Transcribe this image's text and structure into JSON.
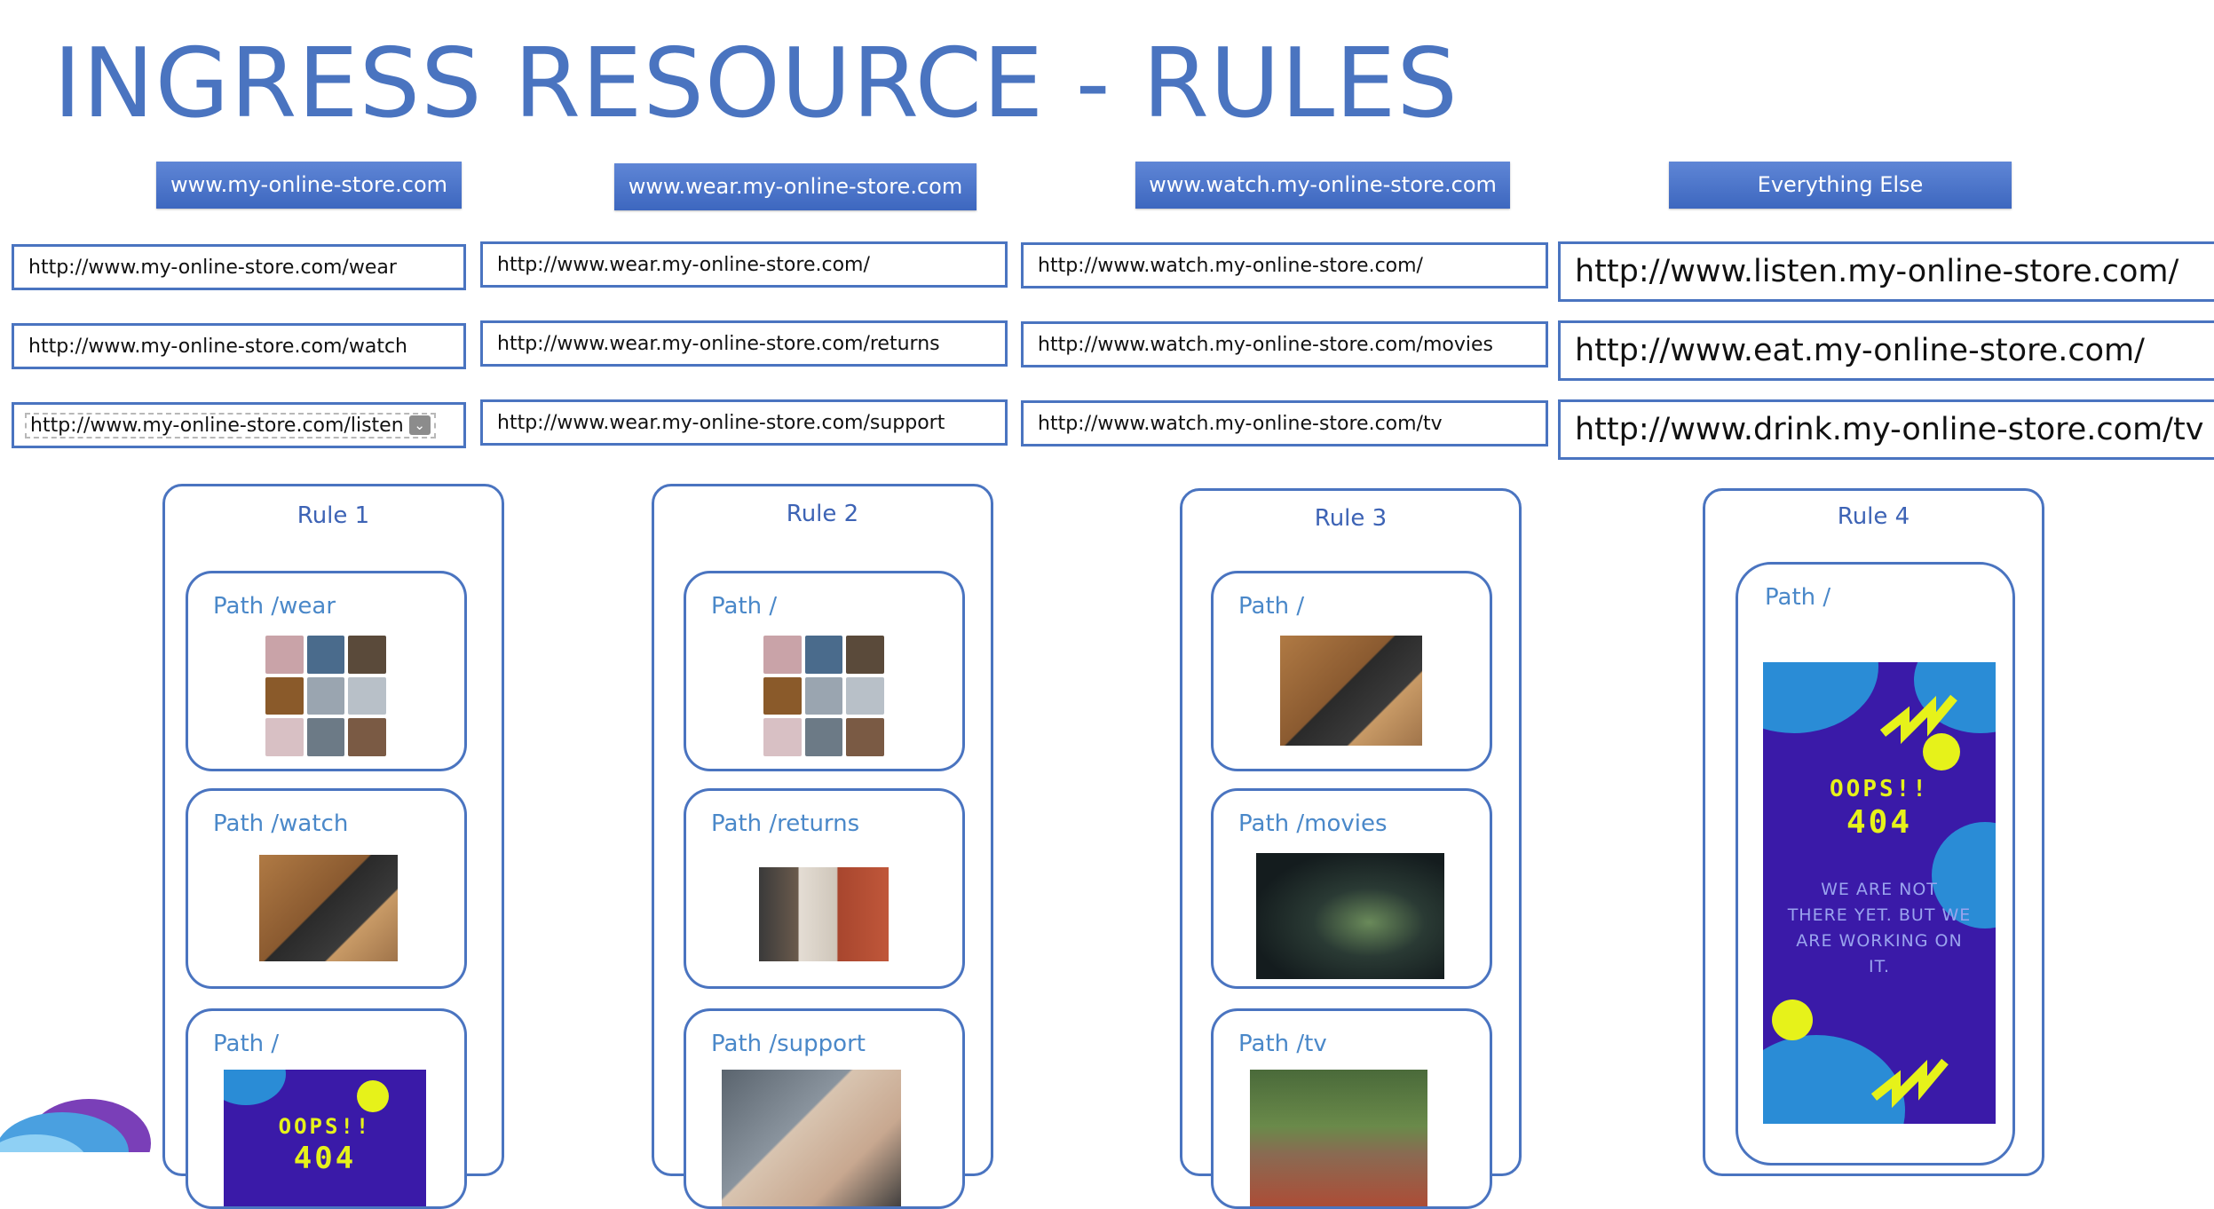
{
  "title": "INGRESS RESOURCE - RULES",
  "hosts": [
    {
      "label": "www.my-online-store.com"
    },
    {
      "label": "www.wear.my-online-store.com"
    },
    {
      "label": "www.watch.my-online-store.com"
    },
    {
      "label": "Everything Else"
    }
  ],
  "urls": {
    "col1": [
      "http://www.my-online-store.com/wear",
      "http://www.my-online-store.com/watch",
      "http://www.my-online-store.com/listen"
    ],
    "col2": [
      "http://www.wear.my-online-store.com/",
      "http://www.wear.my-online-store.com/returns",
      "http://www.wear.my-online-store.com/support"
    ],
    "col3": [
      "http://www.watch.my-online-store.com/",
      "http://www.watch.my-online-store.com/movies",
      "http://www.watch.my-online-store.com/tv"
    ],
    "col4": [
      "http://www.listen.my-online-store.com/",
      "http://www.eat.my-online-store.com/",
      "http://www.drink.my-online-store.com/tv"
    ]
  },
  "rules": [
    {
      "label": "Rule 1",
      "paths": [
        "Path /wear",
        "Path /watch",
        "Path /"
      ]
    },
    {
      "label": "Rule 2",
      "paths": [
        "Path /",
        "Path /returns",
        "Path /support"
      ]
    },
    {
      "label": "Rule 3",
      "paths": [
        "Path /",
        "Path /movies",
        "Path /tv"
      ]
    },
    {
      "label": "Rule 4",
      "paths": [
        "Path /"
      ]
    }
  ],
  "error_page": {
    "heading_1": "OOPS!!",
    "heading_2": "404",
    "message": [
      "WE ARE NOT",
      "THERE YET. BUT WE",
      "ARE WORKING ON",
      "IT."
    ]
  },
  "colors": {
    "accent": "#4a74c0",
    "badge": "#4a73c9",
    "error_bg": "#3a1aa8",
    "error_text": "#e6f21a"
  }
}
